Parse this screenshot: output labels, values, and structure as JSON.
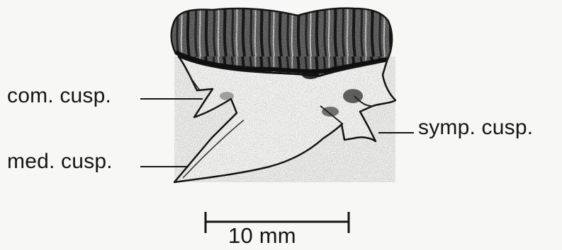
{
  "labels": {
    "commissural_cusp": "com. cusp.",
    "medial_cusp": "med. cusp.",
    "symphyseal_cusp": "symp. cusp."
  },
  "scale_bar": {
    "text": "10 mm"
  },
  "colors": {
    "ink": "#151515",
    "paper": "#f7f7f5",
    "crown_fill": "#fdfdfb"
  }
}
